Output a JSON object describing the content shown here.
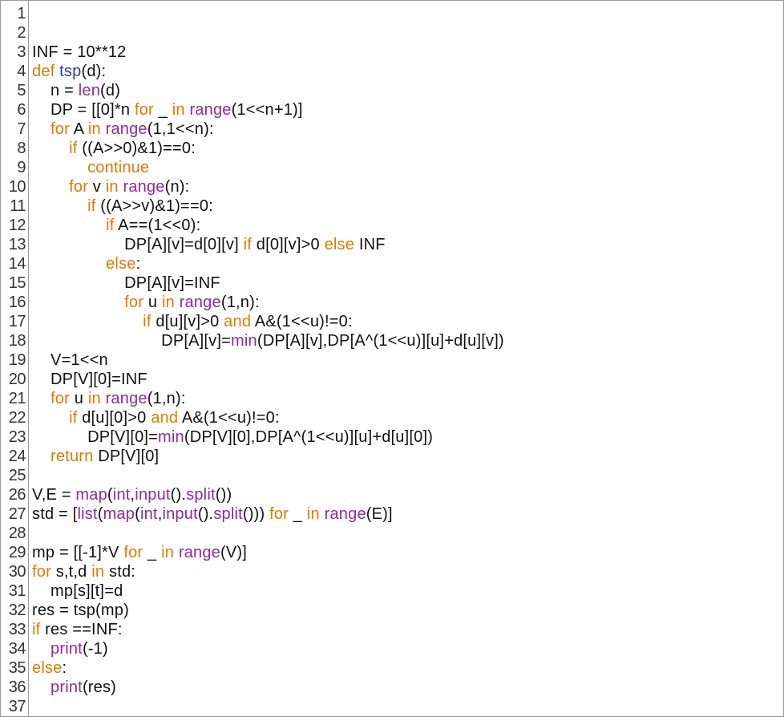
{
  "colors": {
    "keyword": "#e07a00",
    "builtin": "#8b2c9c",
    "function_name": "#2b3aa8",
    "text": "#111111",
    "gutter_border": "#9a9a9a"
  },
  "lines": [
    {
      "num": "1",
      "tokens": []
    },
    {
      "num": "2",
      "tokens": []
    },
    {
      "num": "3",
      "tokens": [
        {
          "t": "tx",
          "v": "INF = 10**12"
        }
      ]
    },
    {
      "num": "4",
      "tokens": [
        {
          "t": "kw",
          "v": "def"
        },
        {
          "t": "tx",
          "v": " "
        },
        {
          "t": "df",
          "v": "tsp"
        },
        {
          "t": "tx",
          "v": "(d):"
        }
      ]
    },
    {
      "num": "5",
      "tokens": [
        {
          "t": "tx",
          "v": "    n = "
        },
        {
          "t": "bi",
          "v": "len"
        },
        {
          "t": "tx",
          "v": "(d)"
        }
      ]
    },
    {
      "num": "6",
      "tokens": [
        {
          "t": "tx",
          "v": "    DP = [[0]*n "
        },
        {
          "t": "kw",
          "v": "for"
        },
        {
          "t": "tx",
          "v": " _ "
        },
        {
          "t": "kw",
          "v": "in"
        },
        {
          "t": "tx",
          "v": " "
        },
        {
          "t": "bi",
          "v": "range"
        },
        {
          "t": "tx",
          "v": "(1<<n+1)]"
        }
      ]
    },
    {
      "num": "7",
      "tokens": [
        {
          "t": "tx",
          "v": "    "
        },
        {
          "t": "kw",
          "v": "for"
        },
        {
          "t": "tx",
          "v": " A "
        },
        {
          "t": "kw",
          "v": "in"
        },
        {
          "t": "tx",
          "v": " "
        },
        {
          "t": "bi",
          "v": "range"
        },
        {
          "t": "tx",
          "v": "(1,1<<n):"
        }
      ]
    },
    {
      "num": "8",
      "tokens": [
        {
          "t": "tx",
          "v": "        "
        },
        {
          "t": "kw",
          "v": "if"
        },
        {
          "t": "tx",
          "v": " ((A>>0)&1)==0:"
        }
      ]
    },
    {
      "num": "9",
      "tokens": [
        {
          "t": "tx",
          "v": "            "
        },
        {
          "t": "kw",
          "v": "continue"
        }
      ]
    },
    {
      "num": "10",
      "tokens": [
        {
          "t": "tx",
          "v": "        "
        },
        {
          "t": "kw",
          "v": "for"
        },
        {
          "t": "tx",
          "v": " v "
        },
        {
          "t": "kw",
          "v": "in"
        },
        {
          "t": "tx",
          "v": " "
        },
        {
          "t": "bi",
          "v": "range"
        },
        {
          "t": "tx",
          "v": "(n):"
        }
      ]
    },
    {
      "num": "11",
      "tokens": [
        {
          "t": "tx",
          "v": "            "
        },
        {
          "t": "kw",
          "v": "if"
        },
        {
          "t": "tx",
          "v": " ((A>>v)&1)==0:"
        }
      ]
    },
    {
      "num": "12",
      "tokens": [
        {
          "t": "tx",
          "v": "                "
        },
        {
          "t": "kw",
          "v": "if"
        },
        {
          "t": "tx",
          "v": " A==(1<<0):"
        }
      ]
    },
    {
      "num": "13",
      "tokens": [
        {
          "t": "tx",
          "v": "                    DP[A][v]=d[0][v] "
        },
        {
          "t": "kw",
          "v": "if"
        },
        {
          "t": "tx",
          "v": " d[0][v]>0 "
        },
        {
          "t": "kw",
          "v": "else"
        },
        {
          "t": "tx",
          "v": " INF"
        }
      ]
    },
    {
      "num": "14",
      "tokens": [
        {
          "t": "tx",
          "v": "                "
        },
        {
          "t": "kw",
          "v": "else"
        },
        {
          "t": "tx",
          "v": ":"
        }
      ]
    },
    {
      "num": "15",
      "tokens": [
        {
          "t": "tx",
          "v": "                    DP[A][v]=INF"
        }
      ]
    },
    {
      "num": "16",
      "tokens": [
        {
          "t": "tx",
          "v": "                    "
        },
        {
          "t": "kw",
          "v": "for"
        },
        {
          "t": "tx",
          "v": " u "
        },
        {
          "t": "kw",
          "v": "in"
        },
        {
          "t": "tx",
          "v": " "
        },
        {
          "t": "bi",
          "v": "range"
        },
        {
          "t": "tx",
          "v": "(1,n):"
        }
      ]
    },
    {
      "num": "17",
      "tokens": [
        {
          "t": "tx",
          "v": "                        "
        },
        {
          "t": "kw",
          "v": "if"
        },
        {
          "t": "tx",
          "v": " d[u][v]>0 "
        },
        {
          "t": "kw",
          "v": "and"
        },
        {
          "t": "tx",
          "v": " A&(1<<u)!=0:"
        }
      ]
    },
    {
      "num": "18",
      "tokens": [
        {
          "t": "tx",
          "v": "                            DP[A][v]="
        },
        {
          "t": "bi",
          "v": "min"
        },
        {
          "t": "tx",
          "v": "(DP[A][v],DP[A^(1<<u)][u]+d[u][v])"
        }
      ]
    },
    {
      "num": "19",
      "tokens": [
        {
          "t": "tx",
          "v": "    V=1<<n"
        }
      ]
    },
    {
      "num": "20",
      "tokens": [
        {
          "t": "tx",
          "v": "    DP[V][0]=INF"
        }
      ]
    },
    {
      "num": "21",
      "tokens": [
        {
          "t": "tx",
          "v": "    "
        },
        {
          "t": "kw",
          "v": "for"
        },
        {
          "t": "tx",
          "v": " u "
        },
        {
          "t": "kw",
          "v": "in"
        },
        {
          "t": "tx",
          "v": " "
        },
        {
          "t": "bi",
          "v": "range"
        },
        {
          "t": "tx",
          "v": "(1,n):"
        }
      ]
    },
    {
      "num": "22",
      "tokens": [
        {
          "t": "tx",
          "v": "        "
        },
        {
          "t": "kw",
          "v": "if"
        },
        {
          "t": "tx",
          "v": " d[u][0]>0 "
        },
        {
          "t": "kw",
          "v": "and"
        },
        {
          "t": "tx",
          "v": " A&(1<<u)!=0:"
        }
      ]
    },
    {
      "num": "23",
      "tokens": [
        {
          "t": "tx",
          "v": "            DP[V][0]="
        },
        {
          "t": "bi",
          "v": "min"
        },
        {
          "t": "tx",
          "v": "(DP[V][0],DP[A^(1<<u)][u]+d[u][0])"
        }
      ]
    },
    {
      "num": "24",
      "tokens": [
        {
          "t": "tx",
          "v": "    "
        },
        {
          "t": "kw",
          "v": "return"
        },
        {
          "t": "tx",
          "v": " DP[V][0]"
        }
      ]
    },
    {
      "num": "25",
      "tokens": []
    },
    {
      "num": "26",
      "tokens": [
        {
          "t": "tx",
          "v": "V,E = "
        },
        {
          "t": "bi",
          "v": "map"
        },
        {
          "t": "tx",
          "v": "("
        },
        {
          "t": "bi",
          "v": "int"
        },
        {
          "t": "tx",
          "v": ","
        },
        {
          "t": "bi",
          "v": "input"
        },
        {
          "t": "tx",
          "v": "()."
        },
        {
          "t": "bi",
          "v": "split"
        },
        {
          "t": "tx",
          "v": "())"
        }
      ]
    },
    {
      "num": "27",
      "tokens": [
        {
          "t": "tx",
          "v": "std = ["
        },
        {
          "t": "bi",
          "v": "list"
        },
        {
          "t": "tx",
          "v": "("
        },
        {
          "t": "bi",
          "v": "map"
        },
        {
          "t": "tx",
          "v": "("
        },
        {
          "t": "bi",
          "v": "int"
        },
        {
          "t": "tx",
          "v": ","
        },
        {
          "t": "bi",
          "v": "input"
        },
        {
          "t": "tx",
          "v": "()."
        },
        {
          "t": "bi",
          "v": "split"
        },
        {
          "t": "tx",
          "v": "())) "
        },
        {
          "t": "kw",
          "v": "for"
        },
        {
          "t": "tx",
          "v": " _ "
        },
        {
          "t": "kw",
          "v": "in"
        },
        {
          "t": "tx",
          "v": " "
        },
        {
          "t": "bi",
          "v": "range"
        },
        {
          "t": "tx",
          "v": "(E)]"
        }
      ]
    },
    {
      "num": "28",
      "tokens": []
    },
    {
      "num": "29",
      "tokens": [
        {
          "t": "tx",
          "v": "mp = [[-1]*V "
        },
        {
          "t": "kw",
          "v": "for"
        },
        {
          "t": "tx",
          "v": " _ "
        },
        {
          "t": "kw",
          "v": "in"
        },
        {
          "t": "tx",
          "v": " "
        },
        {
          "t": "bi",
          "v": "range"
        },
        {
          "t": "tx",
          "v": "(V)]"
        }
      ]
    },
    {
      "num": "30",
      "tokens": [
        {
          "t": "kw",
          "v": "for"
        },
        {
          "t": "tx",
          "v": " s,t,d "
        },
        {
          "t": "kw",
          "v": "in"
        },
        {
          "t": "tx",
          "v": " std:"
        }
      ]
    },
    {
      "num": "31",
      "tokens": [
        {
          "t": "tx",
          "v": "    mp[s][t]=d"
        }
      ]
    },
    {
      "num": "32",
      "tokens": [
        {
          "t": "tx",
          "v": "res = tsp(mp)"
        }
      ]
    },
    {
      "num": "33",
      "tokens": [
        {
          "t": "kw",
          "v": "if"
        },
        {
          "t": "tx",
          "v": " res ==INF:"
        }
      ]
    },
    {
      "num": "34",
      "tokens": [
        {
          "t": "tx",
          "v": "    "
        },
        {
          "t": "bi",
          "v": "print"
        },
        {
          "t": "tx",
          "v": "(-1)"
        }
      ]
    },
    {
      "num": "35",
      "tokens": [
        {
          "t": "kw",
          "v": "else"
        },
        {
          "t": "tx",
          "v": ":"
        }
      ]
    },
    {
      "num": "36",
      "tokens": [
        {
          "t": "tx",
          "v": "    "
        },
        {
          "t": "bi",
          "v": "print"
        },
        {
          "t": "tx",
          "v": "(res)"
        }
      ]
    },
    {
      "num": "37",
      "tokens": []
    }
  ]
}
